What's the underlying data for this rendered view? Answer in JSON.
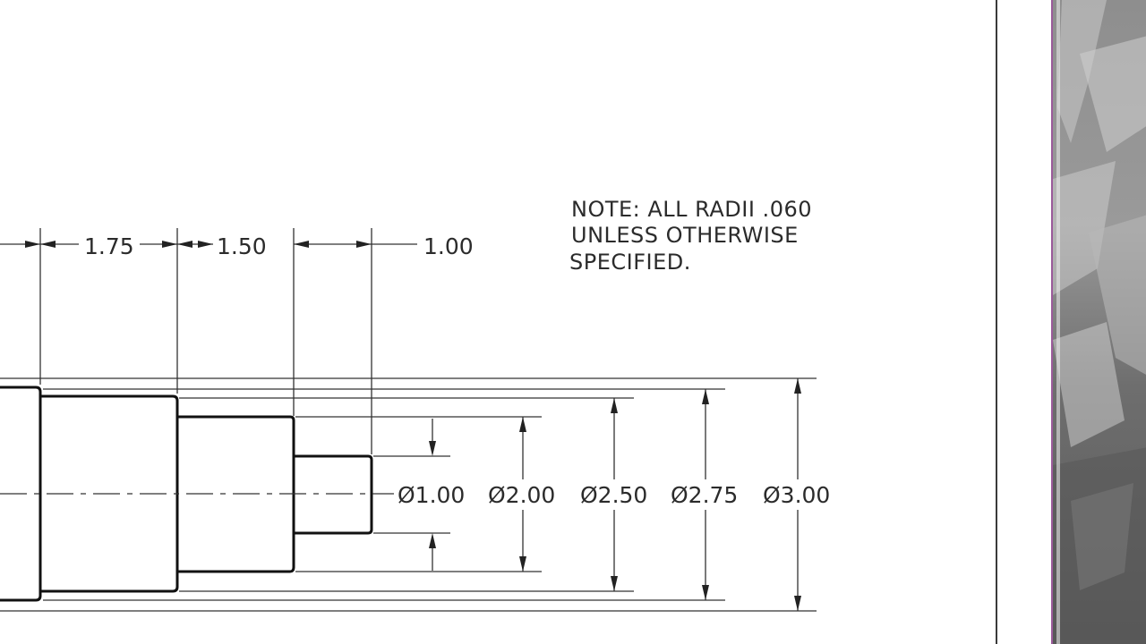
{
  "note": {
    "lines": [
      "NOTE: ALL RADII .060",
      "UNLESS OTHERWISE",
      "SPECIFIED."
    ]
  },
  "lengths": {
    "d1": "1.75",
    "d2": "1.50",
    "d3": "1.00"
  },
  "diameters": [
    "Ø1.00",
    "Ø2.00",
    "Ø2.50",
    "Ø2.75",
    "Ø3.00"
  ],
  "colors": {
    "line": "#222222",
    "photo_accent": "#9a5a9a"
  }
}
